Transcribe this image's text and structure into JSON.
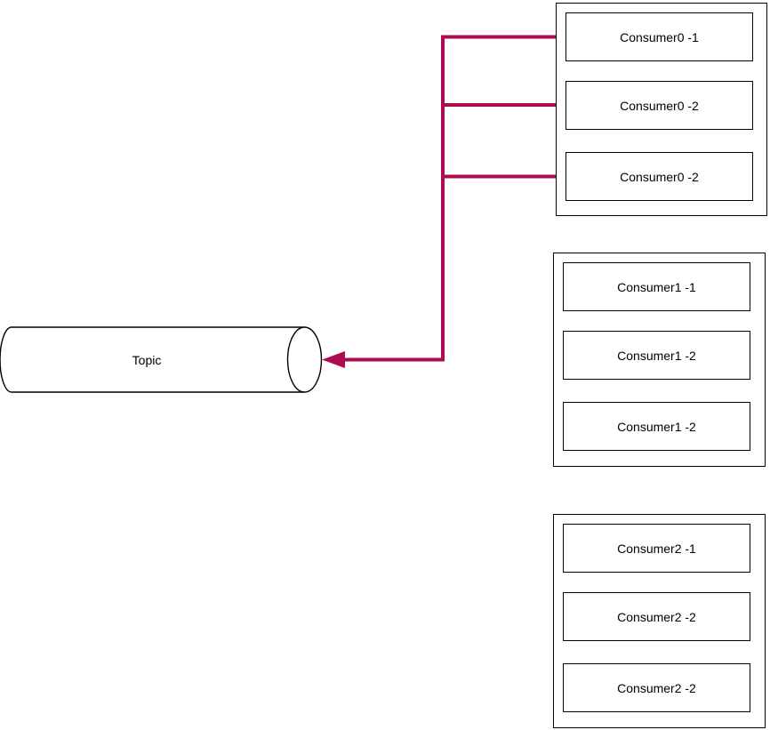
{
  "topic": {
    "label": "Topic"
  },
  "groups": [
    [
      "Consumer0 -1",
      "Consumer0 -2",
      "Consumer0 -2"
    ],
    [
      "Consumer1 -1",
      "Consumer1 -2",
      "Consumer1 -2"
    ],
    [
      "Consumer2 -1",
      "Consumer2 -2",
      "Consumer2 -2"
    ]
  ],
  "connector": {
    "color": "#ae0b52"
  },
  "colors": {
    "shape_border": "#000000",
    "background": "#ffffff"
  }
}
